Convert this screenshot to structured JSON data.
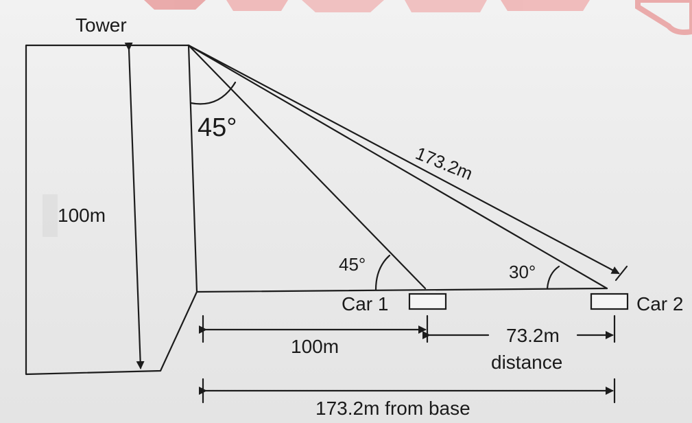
{
  "diagram": {
    "tower_label": "Tower",
    "height_label": "100m",
    "angle_top": "45°",
    "hypotenuse_label": "173.2m",
    "angle_car1": "45°",
    "angle_car2": "30°",
    "car1_label": "Car 1",
    "car2_label": "Car 2",
    "dist_base_car1": "100m",
    "dist_between_value": "73.2m",
    "dist_between_word": "distance",
    "dist_total": "173.2m from base"
  },
  "colors": {
    "ink": "#1c1c1c",
    "watermark": "#e06a6a"
  }
}
